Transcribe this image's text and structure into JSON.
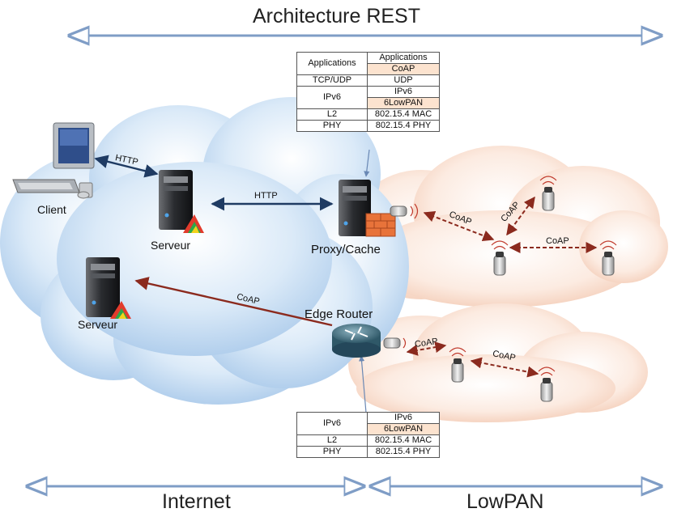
{
  "title": "Architecture REST",
  "regions": {
    "left": "Internet",
    "right": "LowPAN"
  },
  "nodes": {
    "client": "Client",
    "server1": "Serveur",
    "server2": "Serveur",
    "proxy": "Proxy/Cache",
    "edge_router": "Edge Router"
  },
  "links": {
    "client_server": "HTTP",
    "server_proxy": "HTTP",
    "server_edge": "CoAP",
    "proxy_s1": "CoAP",
    "s1_s2": "CoAP",
    "s2_s3": "CoAP",
    "edge_s4": "CoAP",
    "s4_s5": "CoAP"
  },
  "stack_top": {
    "left": [
      "Applications",
      "TCP/UDP",
      "IPv6",
      "L2",
      "PHY"
    ],
    "right": [
      "Applications",
      "CoAP",
      "UDP",
      "IPv6",
      "6LowPAN",
      "802.15.4 MAC",
      "802.15.4 PHY"
    ]
  },
  "stack_bottom": {
    "left": [
      "IPv6",
      "L2",
      "PHY"
    ],
    "right": [
      "IPv6",
      "6LowPAN",
      "802.15.4 MAC",
      "802.15.4 PHY"
    ]
  },
  "colors": {
    "internet_cloud": "#cfe3f7",
    "lowpan_cloud": "#fbe3d6",
    "http_arrow": "#1f3b63",
    "coap_arrow": "#8b2a1e",
    "region_arrow": "#7f9dc6",
    "lowpan_cell": "#fce3cf"
  }
}
